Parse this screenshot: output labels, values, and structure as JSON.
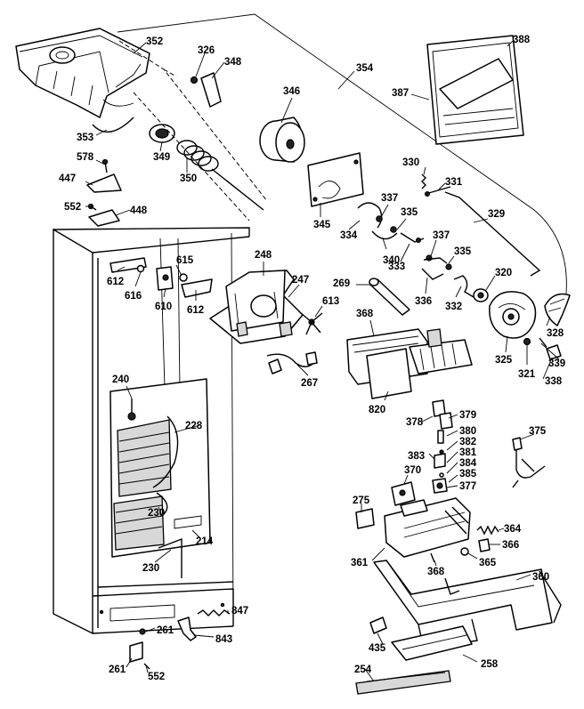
{
  "labels": {
    "p352": "352",
    "p326": "326",
    "p348": "348",
    "p346": "346",
    "p354": "354",
    "p388": "388",
    "p387": "387",
    "p353": "353",
    "p349": "349",
    "p350": "350",
    "p578": "578",
    "p447": "447",
    "p552a": "552",
    "p448": "448",
    "p345": "345",
    "p330": "330",
    "p331": "331",
    "p337a": "337",
    "p335a": "335",
    "p329": "329",
    "p334": "334",
    "p340": "340",
    "p333": "333",
    "p337b": "337",
    "p335b": "335",
    "p248": "248",
    "p615a": "615",
    "p612a": "612",
    "p616": "616",
    "p610": "610",
    "p612b": "612",
    "p247": "247",
    "p613": "613",
    "p269": "269",
    "p336": "336",
    "p332": "332",
    "p320": "320",
    "p368a": "368",
    "p328": "328",
    "p325": "325",
    "p321": "321",
    "p339": "339",
    "p338": "338",
    "p267": "267",
    "p240": "240",
    "p820": "820",
    "p228": "228",
    "p378": "378",
    "p379": "379",
    "p380": "380",
    "p382": "382",
    "p383": "383",
    "p381": "381",
    "p384": "384",
    "p385": "385",
    "p375": "375",
    "p377": "377",
    "p370": "370",
    "p275": "275",
    "p230a": "230",
    "p364": "364",
    "p214": "214",
    "p366": "366",
    "p230b": "230",
    "p361": "361",
    "p368b": "368",
    "p365": "365",
    "p360": "360",
    "p847": "847",
    "p261a": "261",
    "p843": "843",
    "p261b": "261",
    "p552b": "552",
    "p435": "435",
    "p258": "258",
    "p254": "254"
  }
}
